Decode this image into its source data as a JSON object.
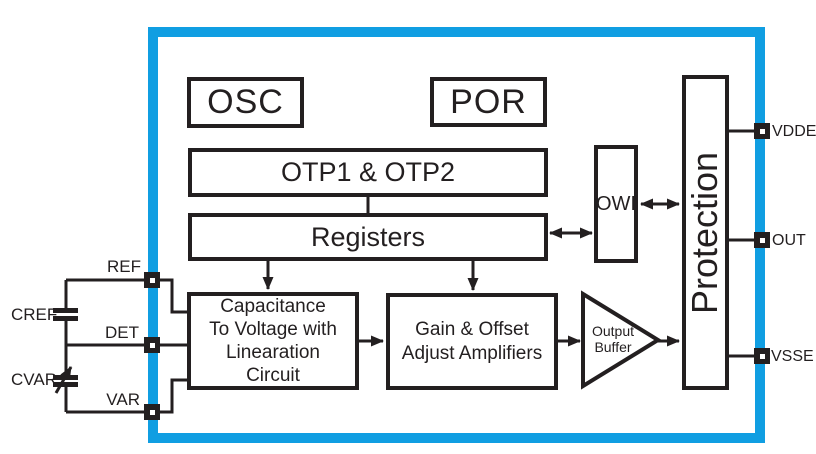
{
  "colors": {
    "accent_blue": "#109ee2",
    "ink": "#231f20"
  },
  "blocks": {
    "osc": {
      "label": "OSC"
    },
    "por": {
      "label": "POR"
    },
    "otp": {
      "label": "OTP1 & OTP2"
    },
    "registers": {
      "label": "Registers"
    },
    "c2v": {
      "label": "Capacitance\nTo Voltage with\nLinearation\nCircuit"
    },
    "gain": {
      "label": "Gain & Offset\nAdjust Amplifiers"
    },
    "output_buffer": {
      "label": "Output\nBuffer"
    },
    "owi": {
      "label": "OWI"
    },
    "protection": {
      "label": "Protection"
    }
  },
  "pins": {
    "vdde": {
      "label": "VDDE"
    },
    "out": {
      "label": "OUT"
    },
    "vsse": {
      "label": "VSSE"
    },
    "ref": {
      "label": "REF"
    },
    "det": {
      "label": "DET"
    },
    "var": {
      "label": "VAR"
    }
  },
  "external_components": {
    "cref": {
      "label": "CREF"
    },
    "cvar": {
      "label": "CVAR"
    }
  }
}
